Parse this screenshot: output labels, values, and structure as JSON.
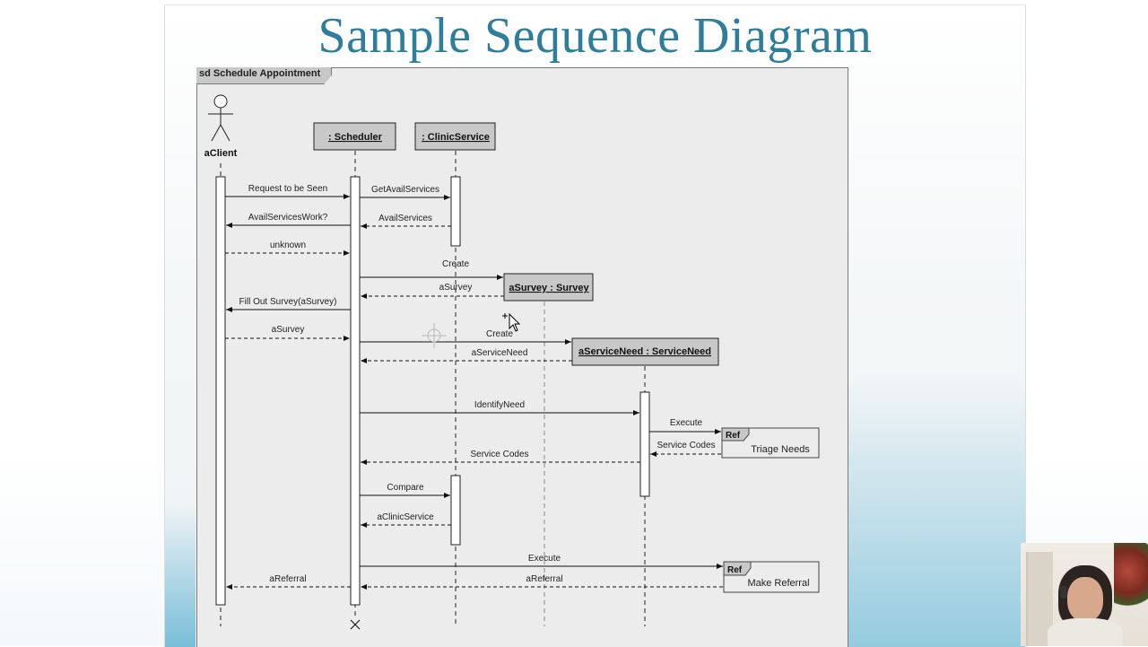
{
  "slide_title": "Sample Sequence Diagram",
  "frame_label": "sd Schedule Appointment",
  "actor": {
    "name": "aClient"
  },
  "lifelines": {
    "scheduler": ": Scheduler",
    "clinic_service": ": ClinicService",
    "survey": "aSurvey : Survey",
    "service_need": "aServiceNeed : ServiceNeed"
  },
  "messages": [
    "Request to be Seen",
    "GetAvailServices",
    "AvailServicesWork?",
    "AvailServices",
    "unknown",
    "Create",
    "aSurvey",
    "Fill Out Survey(aSurvey)",
    "aSurvey",
    "Create",
    "aServiceNeed",
    "IdentifyNeed",
    "Execute",
    "Service Codes",
    "Service Codes",
    "Compare",
    "aClinicService",
    "Execute",
    "aReferral",
    "aReferral"
  ],
  "refs": [
    {
      "tag": "Ref",
      "name": "Triage Needs"
    },
    {
      "tag": "Ref",
      "name": "Make Referral"
    }
  ],
  "icons": [
    "actor-stick-figure-icon",
    "destroy-x-icon",
    "mouse-cursor-icon",
    "move-crosshair-icon"
  ],
  "colors": {
    "title": "#2e7e9b",
    "frame_bg": "#ececec",
    "lifeline_box": "#c8c8c8"
  }
}
